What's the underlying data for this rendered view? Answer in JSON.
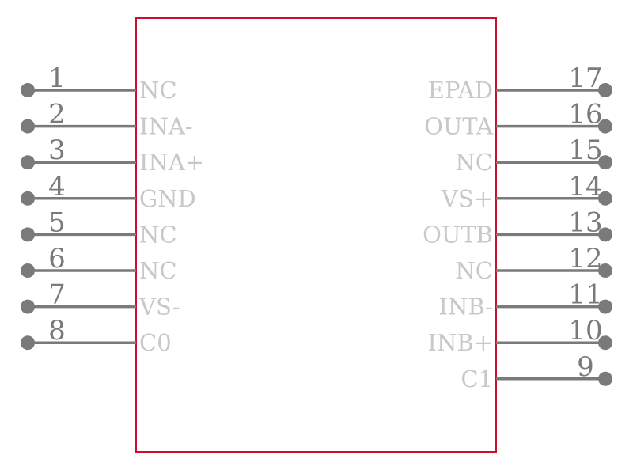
{
  "colors": {
    "body_outline": "#c8102e",
    "pin_line": "#7a7a7a",
    "pin_number": "#7a7a7a",
    "pin_name": "#c8c8c8"
  },
  "left_pins": [
    {
      "number": "1",
      "name": "NC"
    },
    {
      "number": "2",
      "name": "INA-"
    },
    {
      "number": "3",
      "name": "INA+"
    },
    {
      "number": "4",
      "name": "GND"
    },
    {
      "number": "5",
      "name": "NC"
    },
    {
      "number": "6",
      "name": "NC"
    },
    {
      "number": "7",
      "name": "VS-"
    },
    {
      "number": "8",
      "name": "C0"
    }
  ],
  "right_pins": [
    {
      "number": "17",
      "name": "EPAD"
    },
    {
      "number": "16",
      "name": "OUTA"
    },
    {
      "number": "15",
      "name": "NC"
    },
    {
      "number": "14",
      "name": "VS+"
    },
    {
      "number": "13",
      "name": "OUTB"
    },
    {
      "number": "12",
      "name": "NC"
    },
    {
      "number": "11",
      "name": "INB-"
    },
    {
      "number": "10",
      "name": "INB+"
    },
    {
      "number": "9",
      "name": "C1"
    }
  ]
}
